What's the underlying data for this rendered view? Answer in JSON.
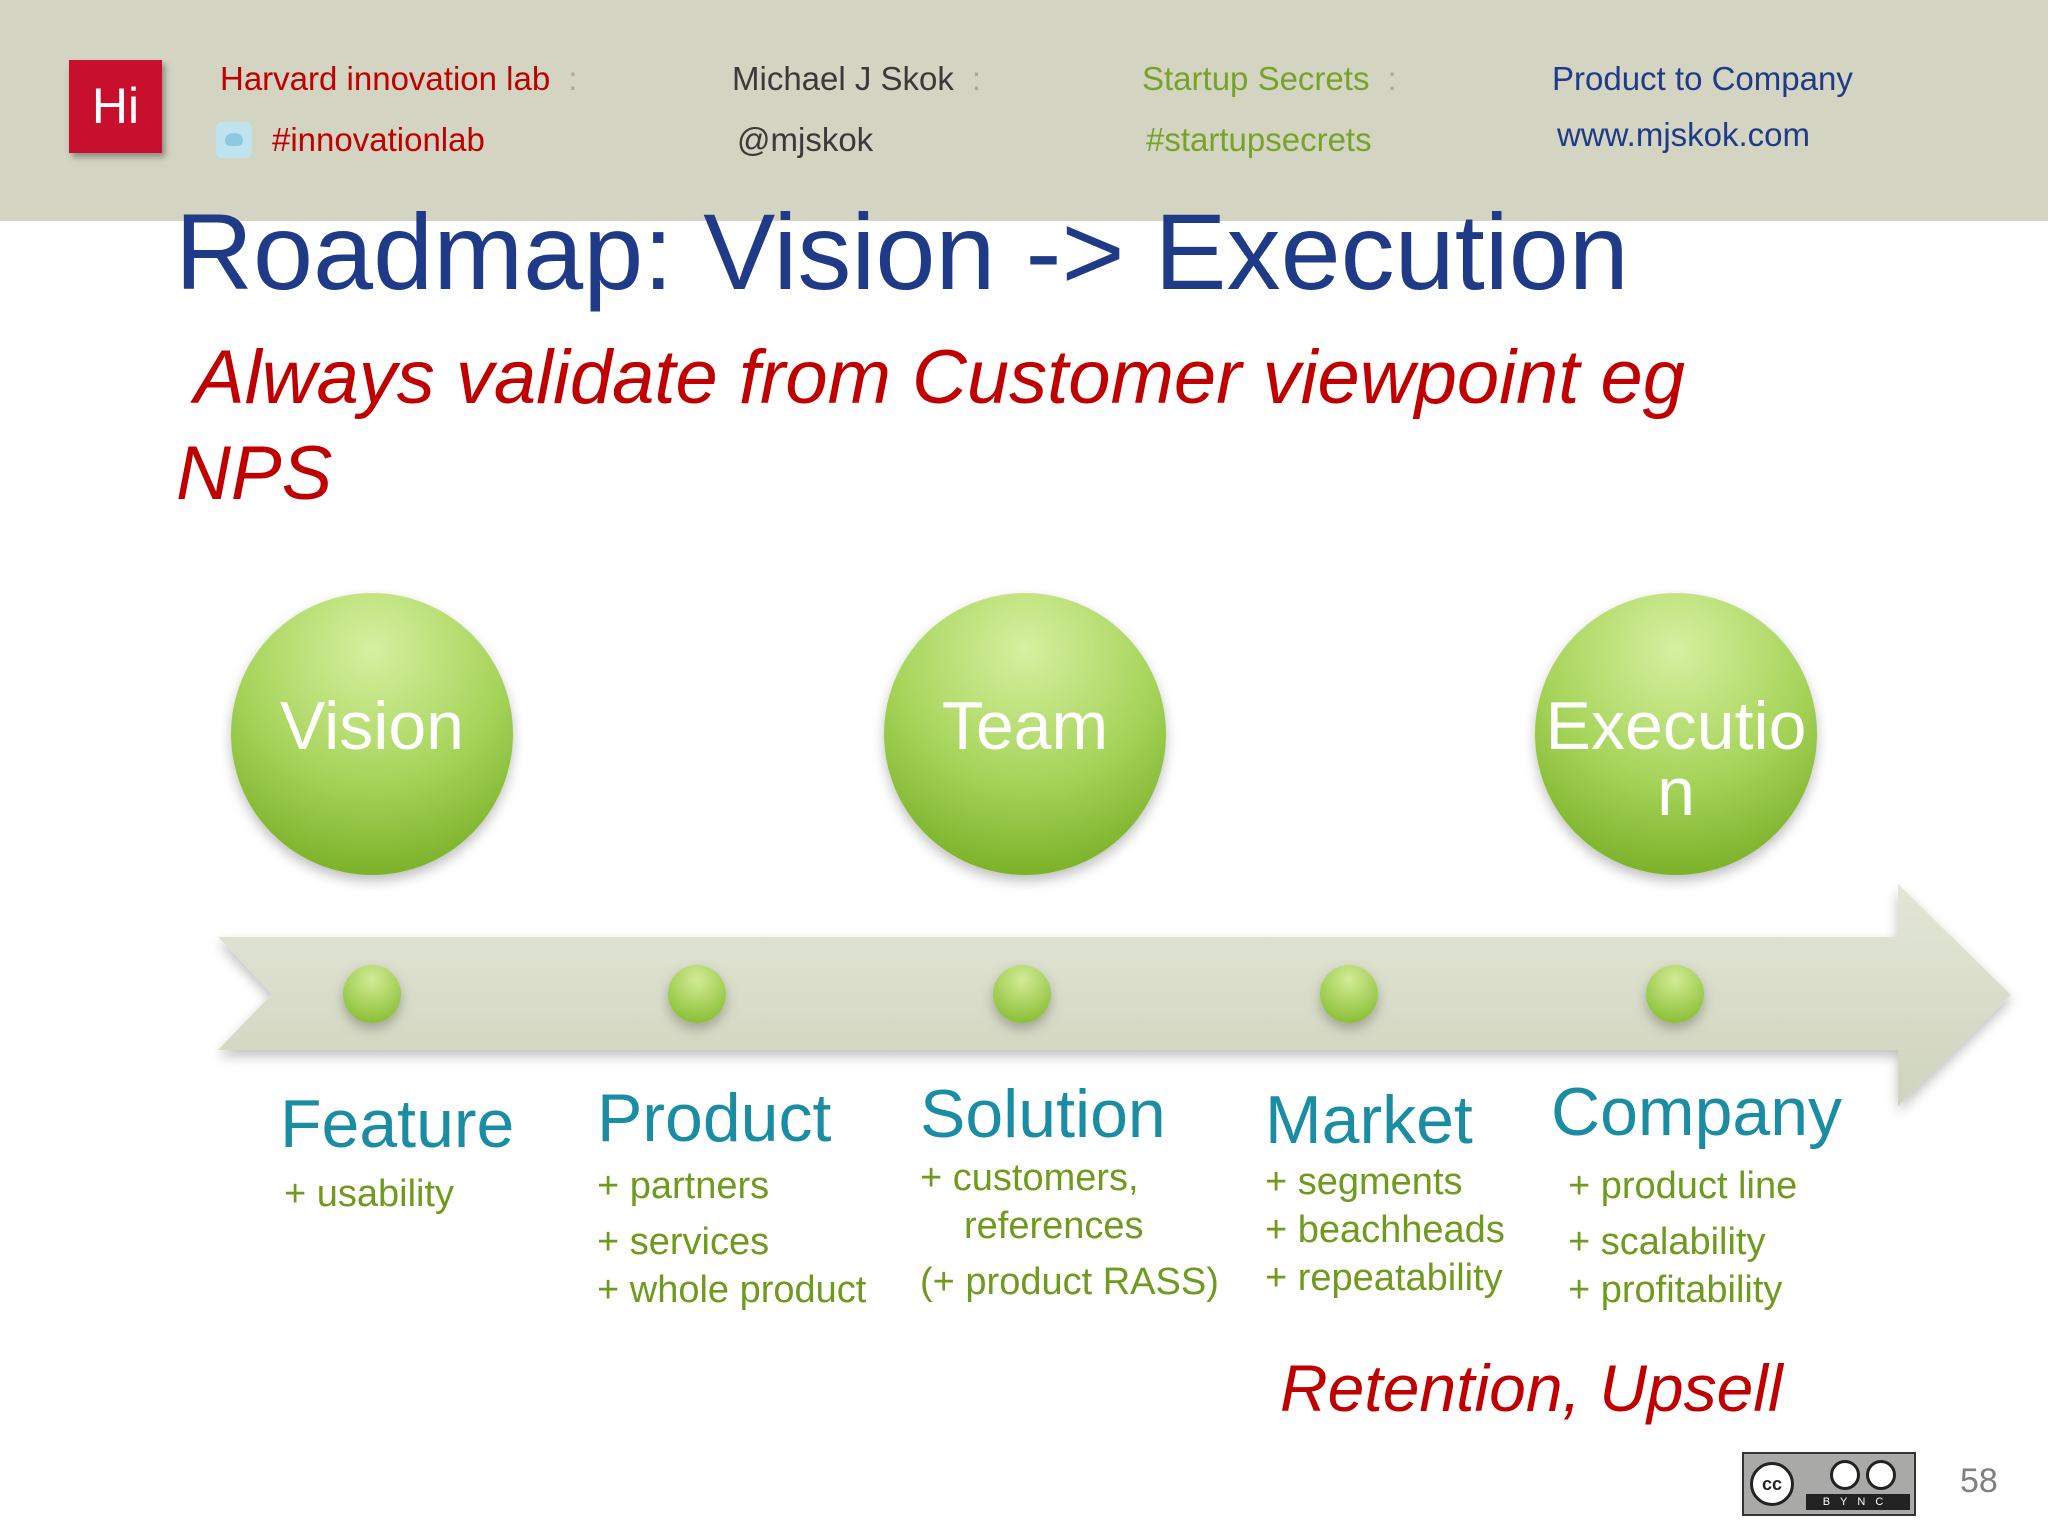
{
  "header": {
    "logo": "Hi",
    "lab_name": "Harvard innovation lab",
    "lab_tag": "#innovationlab",
    "author": "Michael J Skok",
    "author_handle": "@mjskok",
    "series": "Startup Secrets",
    "series_tag": "#startupsecrets",
    "course": "Product to Company",
    "website": "www.mjskok.com",
    "separator": ":"
  },
  "title": "Roadmap: Vision -> Execution",
  "subtitle": "Always validate from Customer viewpoint eg NPS",
  "milestones": [
    {
      "lines": [
        "Vision"
      ]
    },
    {
      "lines": [
        "Team"
      ]
    },
    {
      "lines": [
        "Executio",
        "n"
      ]
    }
  ],
  "stages": [
    {
      "name": "Feature",
      "items": [
        "+ usability"
      ]
    },
    {
      "name": "Product",
      "items": [
        "+ partners",
        "+ services",
        "+ whole product"
      ]
    },
    {
      "name": "Solution",
      "items": [
        "+ customers,",
        "references",
        "(+ product RASS)"
      ]
    },
    {
      "name": "Market",
      "items": [
        "+ segments",
        "+ beachheads",
        "+ repeatability"
      ]
    },
    {
      "name": "Company",
      "items": [
        "+ product line",
        "+ scalability",
        "+ profitability"
      ]
    }
  ],
  "retention_note": "Retention, Upsell",
  "license": {
    "badge": "cc",
    "tags": [
      "BY",
      "NC"
    ]
  },
  "page_number": "58",
  "colors": {
    "title": "#1f3b87",
    "accent_red": "#c00000",
    "stage_name": "#1a8ca3",
    "stage_item": "#6f9a1d",
    "header_bg": "#d4d4c2",
    "arrow": "#d7dbc8"
  }
}
